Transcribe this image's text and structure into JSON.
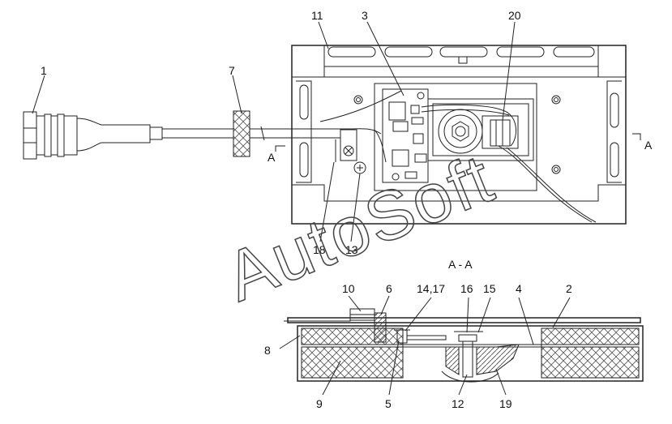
{
  "watermark": "AutoSoft",
  "section_title": "A - A",
  "section_marks": [
    "A",
    "A"
  ],
  "callouts_top": [
    "1",
    "7",
    "11",
    "3",
    "20",
    "18",
    "13"
  ],
  "callouts_section": [
    "10",
    "6",
    "14,17",
    "16",
    "15",
    "4",
    "2",
    "8",
    "9",
    "5",
    "12",
    "19"
  ]
}
